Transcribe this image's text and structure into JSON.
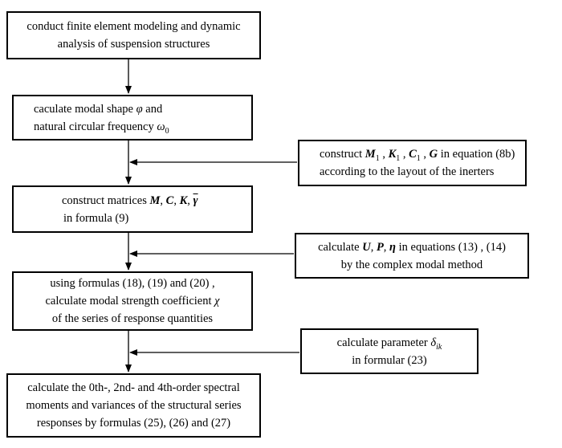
{
  "flowchart": {
    "step1": {
      "line1": "conduct  finite element modeling and dynamic",
      "line2": "analysis of suspension structures"
    },
    "step2": {
      "line1_pre": "caculate  modal shape",
      "phi": "φ",
      "line1_post": " and",
      "line2_pre": "natural circular frequency",
      "omega": "ω",
      "omega_sub": "0"
    },
    "step3": {
      "pre": "construct matrices ",
      "M": "M",
      "comma1": ", ",
      "C": "C",
      "comma2": ", ",
      "K": "K",
      "comma3": ", ",
      "gamma": "γ",
      "line2": "in formula  (9)"
    },
    "step4": {
      "line1": "using formulas (18), (19) and (20) ,",
      "line2_pre": "calculate modal strength coefficient",
      "chi": "χ",
      "line3": "of the series of response quantities"
    },
    "step5": {
      "line1": "calculate the 0th-, 2nd- and 4th-order spectral",
      "line2": "moments and variances of the structural series",
      "line3": "responses by formulas (25), (26) and (27)"
    },
    "side1": {
      "pre": "construct ",
      "M": "M",
      "M_sub": "1",
      "comma1": " , ",
      "K": "K",
      "K_sub": "1",
      "comma2": " , ",
      "C": "C",
      "C_sub": "1",
      "comma3": " , ",
      "G": "G",
      "post": " in equation (8b)",
      "line2": "according to the layout of the inerters"
    },
    "side2": {
      "pre": "calculate ",
      "U": "U",
      "comma1": ", ",
      "P": "P",
      "comma2": ", ",
      "eta": "η",
      "post": " in equations (13) , (14)",
      "line2": "by the complex modal method"
    },
    "side3": {
      "pre": "calculate parameter ",
      "delta": "δ",
      "delta_sub": "ik",
      "line2": "in formular (23)"
    }
  }
}
